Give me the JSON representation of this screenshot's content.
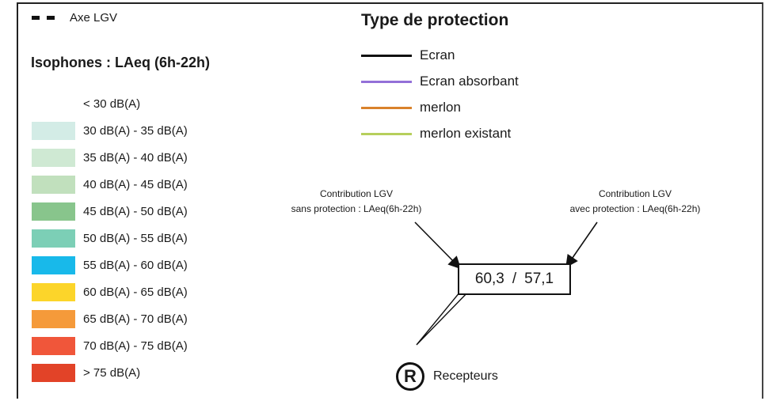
{
  "axe_legend": {
    "label": "Axe LGV"
  },
  "isophones": {
    "title": "Isophones : LAeq (6h-22h)",
    "classes": [
      {
        "label": "< 30 dB(A)",
        "color": "#ffffff"
      },
      {
        "label": "30 dB(A) - 35 dB(A)",
        "color": "#d3ece6"
      },
      {
        "label": "35 dB(A) - 40 dB(A)",
        "color": "#cfe9d3"
      },
      {
        "label": "40 dB(A) - 45 dB(A)",
        "color": "#c1e0bd"
      },
      {
        "label": "45 dB(A) - 50 dB(A)",
        "color": "#88c58c"
      },
      {
        "label": "50 dB(A) - 55 dB(A)",
        "color": "#7ccfb6"
      },
      {
        "label": "55 dB(A) - 60 dB(A)",
        "color": "#18b9ea"
      },
      {
        "label": "60 dB(A) - 65 dB(A)",
        "color": "#fcd52a"
      },
      {
        "label": "65 dB(A) - 70 dB(A)",
        "color": "#f59a3a"
      },
      {
        "label": "70 dB(A) - 75 dB(A)",
        "color": "#f0563a"
      },
      {
        "label": "> 75 dB(A)",
        "color": "#e24328"
      }
    ]
  },
  "protection": {
    "title": "Type de protection",
    "items": [
      {
        "label": "Ecran",
        "color": "#111111"
      },
      {
        "label": "Ecran absorbant",
        "color": "#9370d8"
      },
      {
        "label": "merlon",
        "color": "#d9822b"
      },
      {
        "label": "merlon existant",
        "color": "#b6cf5c"
      }
    ]
  },
  "receptor": {
    "contrib_left": {
      "line1": "Contribution LGV",
      "line2": "sans protection : LAeq(6h-22h)"
    },
    "contrib_right": {
      "line1": "Contribution LGV",
      "line2": "avec protection : LAeq(6h-22h)"
    },
    "value_without": "60,3",
    "separator": "/",
    "value_with": "57,1",
    "icon_letter": "R",
    "label": "Recepteurs"
  }
}
